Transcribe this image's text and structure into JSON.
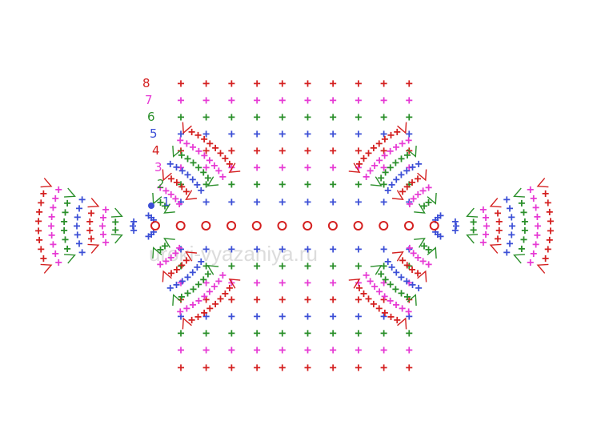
{
  "watermark": "uroki-vyazaniya.ru",
  "row_labels": [
    "8",
    "7",
    "6",
    "5",
    "4",
    "3",
    "2",
    "1"
  ],
  "row_colors": {
    "1": "#3c4fd6",
    "2": "#2a8f2a",
    "3": "#e63ad4",
    "4": "#d42020",
    "5": "#3c4fd6",
    "6": "#2a8f2a",
    "7": "#e63ad4",
    "8": "#d42020"
  },
  "chain_color": "#d42020",
  "chain_count": 12,
  "columns_count": 10,
  "symbols": {
    "single_crochet": "+",
    "chain": "o",
    "increase": "v-shape",
    "slip_start": "dot"
  }
}
